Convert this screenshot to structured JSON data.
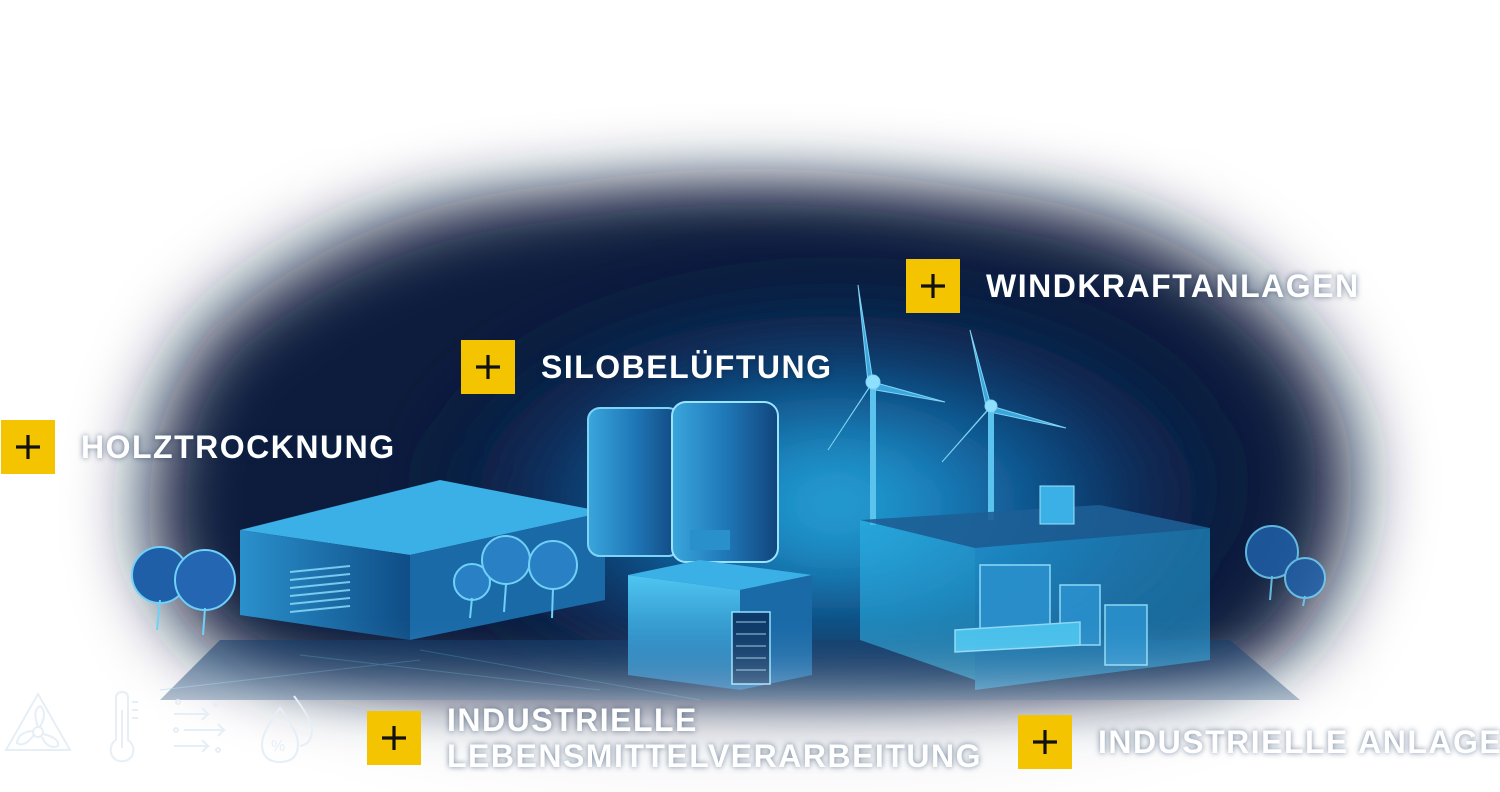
{
  "hotspots": {
    "holztrocknung": {
      "label": "HOLZTROCKNUNG"
    },
    "silobelueftung": {
      "label": "SILOBELÜFTUNG"
    },
    "windkraftanlagen": {
      "label": "WINDKRAFTANLAGEN"
    },
    "lebensmittel": {
      "line1": "INDUSTRIELLE",
      "line2": "LEBENSMITTELVERARBEITUNG"
    },
    "industrie2": {
      "label": "INDUSTRIELLE ANLAGEN"
    }
  },
  "icons": [
    "fan-icon",
    "thermometer-icon",
    "airflow-icon",
    "humidity-icon"
  ],
  "colors": {
    "accent": "#f5c400",
    "scene_dark": "#0a1c3c",
    "scene_glow": "#1fa8e0",
    "label": "#ffffff"
  }
}
